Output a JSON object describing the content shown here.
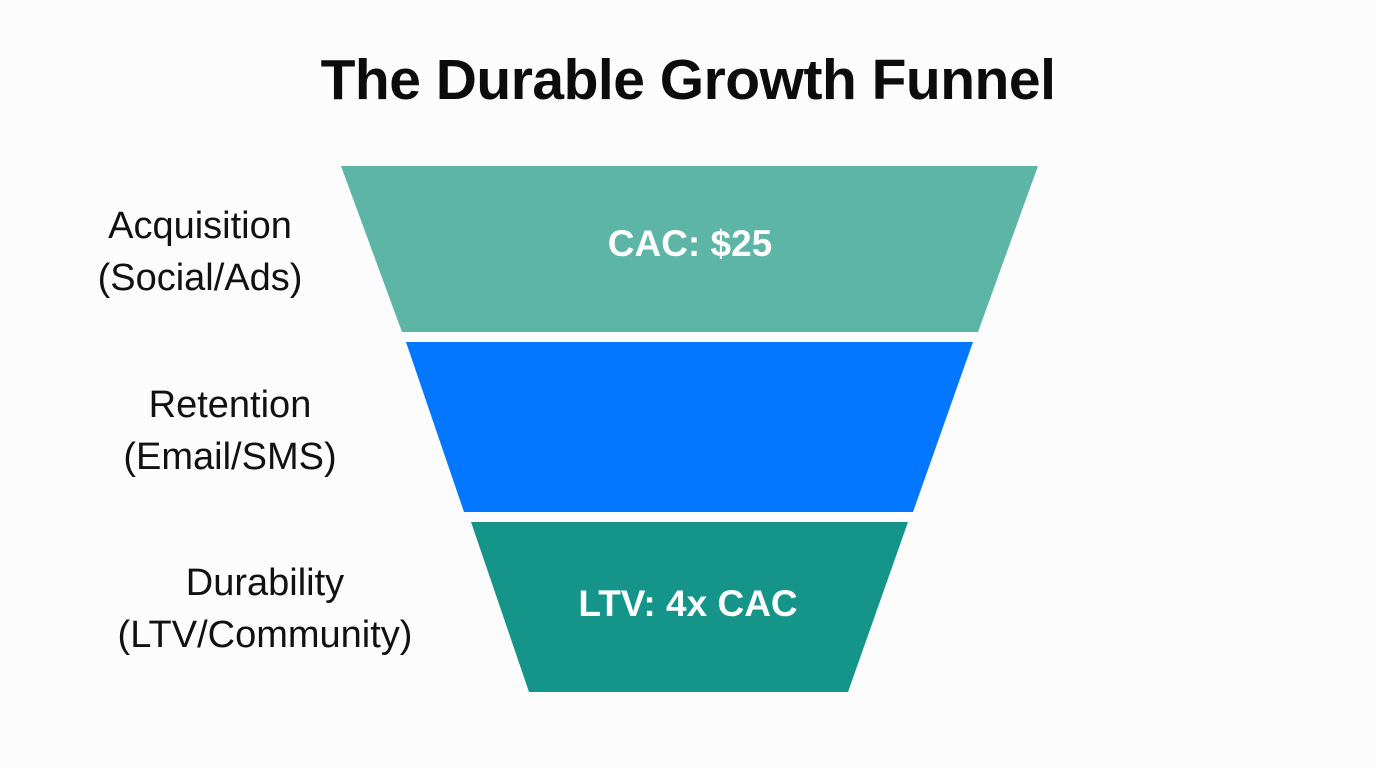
{
  "title": "The Durable Growth Funnel",
  "background_color": "#fcfcfc",
  "title_color": "#0c0c0c",
  "label_color": "#111111",
  "chart_data": {
    "type": "funnel",
    "title": "The Durable Growth Funnel",
    "xlabel": "",
    "ylabel": "",
    "grid": false,
    "legend": "none",
    "orientation": "vertical-descending",
    "stages": [
      {
        "name": "Acquisition",
        "label_line1": "Acquisition",
        "label_line2": "(Social/Ads)",
        "value_label": "CAC: $25",
        "metric": "CAC",
        "metric_value": "$25",
        "color": "#5cb5a5",
        "top_width": 697,
        "bottom_width": 576,
        "rank": 1
      },
      {
        "name": "Retention",
        "label_line1": "Retention",
        "label_line2": "(Email/SMS)",
        "value_label": "",
        "metric": "",
        "metric_value": "",
        "color": "#0377ff",
        "top_width": 567,
        "bottom_width": 449,
        "rank": 2
      },
      {
        "name": "Durability",
        "label_line1": "Durability",
        "label_line2": "(LTV/Community)",
        "value_label": "LTV: 4x CAC",
        "metric": "LTV",
        "metric_value": "4x CAC",
        "color": "#15958a",
        "top_width": 437,
        "bottom_width": 319,
        "rank": 3
      }
    ]
  },
  "funnel": {
    "stages": [
      {
        "side_label_line1": "Acquisition",
        "side_label_line2": "(Social/Ads)",
        "value_text": "CAC: $25",
        "color": "#5cb5a5"
      },
      {
        "side_label_line1": "Retention",
        "side_label_line2": "(Email/SMS)",
        "value_text": "",
        "color": "#0377ff"
      },
      {
        "side_label_line1": "Durability",
        "side_label_line2": "(LTV/Community)",
        "value_text": "LTV: 4x CAC",
        "color": "#15958a"
      }
    ]
  }
}
